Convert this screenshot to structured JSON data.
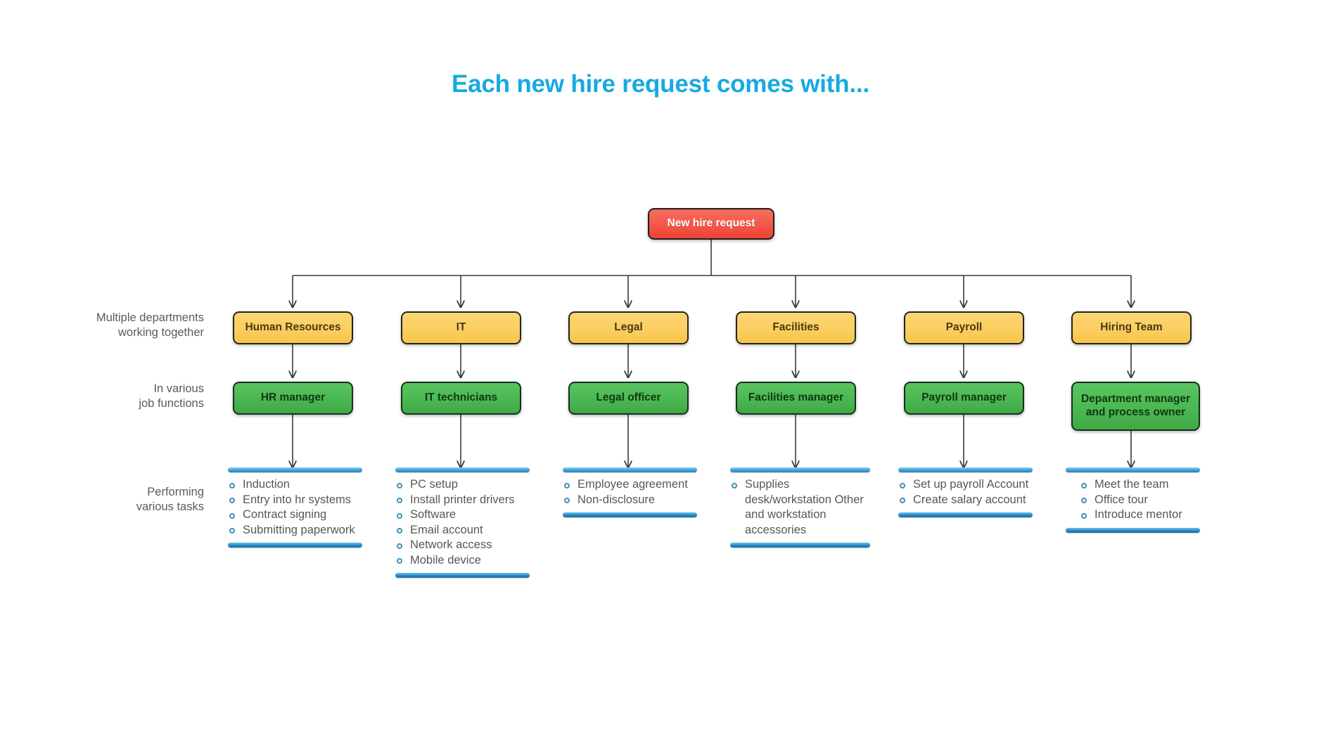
{
  "title": "Each new hire request comes with...",
  "colors": {
    "title": "#17a9e0",
    "root_box": "#f4584a",
    "dept_box": "#fbcf63",
    "role_box": "#4cb854",
    "rule": "#2f95cf",
    "label_text": "#5a5a5a"
  },
  "root": {
    "label": "New hire request"
  },
  "row_labels": [
    {
      "line1": "Multiple departments",
      "line2": "working together"
    },
    {
      "line1": "In various",
      "line2": "job functions"
    },
    {
      "line1": "Performing",
      "line2": "various tasks"
    }
  ],
  "columns": [
    {
      "department": "Human Resources",
      "role": "HR manager",
      "tasks": [
        "Induction",
        "Entry into hr systems",
        "Contract signing",
        "Submitting paperwork"
      ]
    },
    {
      "department": "IT",
      "role": "IT technicians",
      "tasks": [
        "PC setup",
        "Install printer drivers",
        "Software",
        "Email account",
        "Network access",
        "Mobile device"
      ]
    },
    {
      "department": "Legal",
      "role": "Legal officer",
      "tasks": [
        "Employee agreement",
        "Non-disclosure"
      ]
    },
    {
      "department": "Facilities",
      "role": "Facilities manager",
      "tasks": [
        "Supplies desk/workstation Other and workstation accessories"
      ]
    },
    {
      "department": "Payroll",
      "role": "Payroll manager",
      "tasks": [
        "Set up payroll Account",
        "Create salary account"
      ]
    },
    {
      "department": "Hiring Team",
      "role": "Department manager and process owner",
      "tasks": [
        "Meet the team",
        "Office tour",
        "Introduce mentor"
      ]
    }
  ]
}
